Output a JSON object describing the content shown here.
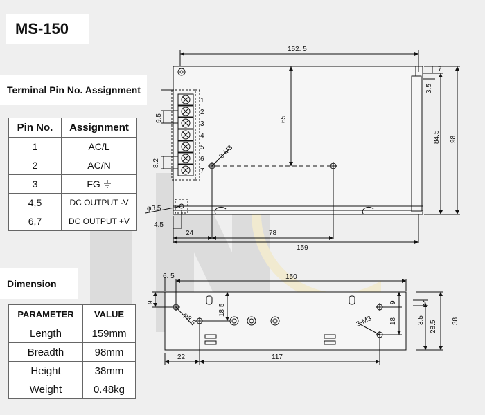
{
  "model": "MS-150",
  "sections": {
    "terminal": "Terminal Pin No. Assignment",
    "dimension": "Dimension"
  },
  "pin_table": {
    "headers": [
      "Pin No.",
      "Assignment"
    ],
    "rows": [
      {
        "pin": "1",
        "assignment": "AC/L"
      },
      {
        "pin": "2",
        "assignment": "AC/N"
      },
      {
        "pin": "3",
        "assignment": "FG"
      },
      {
        "pin": "4,5",
        "assignment": "DC OUTPUT -V"
      },
      {
        "pin": "6,7",
        "assignment": "DC OUTPUT +V"
      }
    ]
  },
  "dimension_table": {
    "headers": [
      "PARAMETER",
      "VALUE"
    ],
    "rows": [
      {
        "parameter": "Length",
        "value": "159mm"
      },
      {
        "parameter": "Breadth",
        "value": "98mm"
      },
      {
        "parameter": "Height",
        "value": "38mm"
      },
      {
        "parameter": "Weight",
        "value": "0.48kg"
      }
    ]
  },
  "top_view": {
    "dim_152_5": "152. 5",
    "dim_7": "7",
    "dim_3_5": "3.5",
    "dim_84_5": "84.5",
    "dim_98": "98",
    "dim_65": "65",
    "dim_9_5": "9.5",
    "dim_8_2": "8.2",
    "hole_2m3": "2-M3",
    "hole_dia": "φ3.5",
    "dim_4_5": "4.5",
    "dim_24": "24",
    "dim_78": "78",
    "dim_159": "159",
    "pins": [
      "1",
      "2",
      "3",
      "4",
      "5",
      "6",
      "7"
    ]
  },
  "side_view": {
    "dim_6_5": "6. 5",
    "dim_150": "150",
    "dim_9": "9",
    "dim_18_5": "18.5",
    "hole_dia": "φ3.5",
    "dim_9r": "9",
    "dim_18": "18",
    "hole_3m3": "3-M3",
    "dim_3_5": "3.5",
    "dim_28_5": "28.5",
    "dim_38": "38",
    "dim_22": "22",
    "dim_117": "117"
  }
}
